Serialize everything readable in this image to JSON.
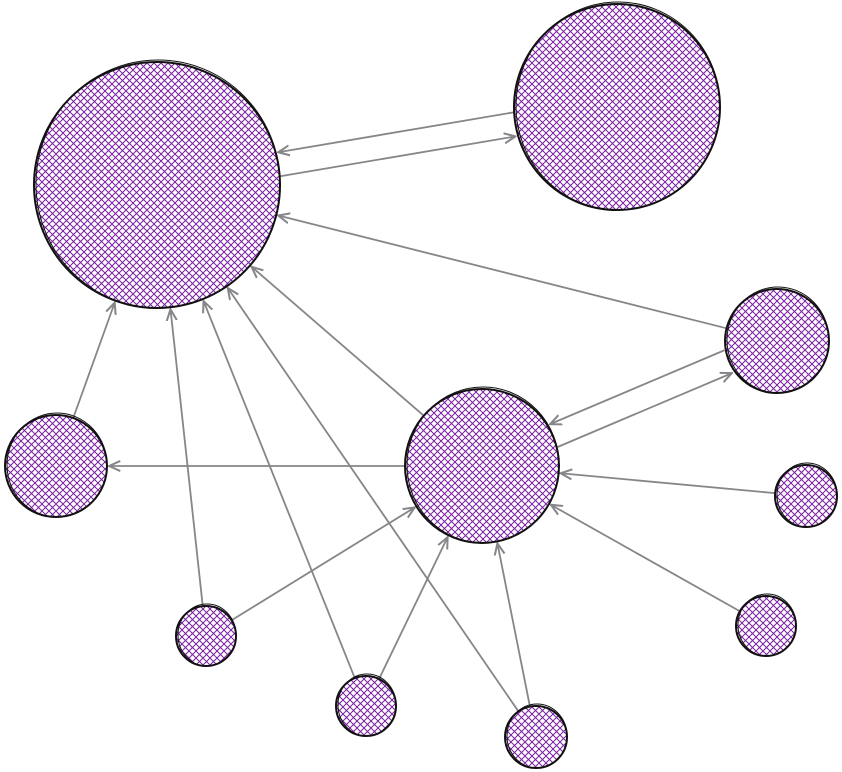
{
  "diagram": {
    "type": "network-graph",
    "style": "hand-drawn cross-hatched nodes",
    "colors": {
      "node_fill": "#7a1fa2",
      "node_stroke": "#111111",
      "edge": "#86868a",
      "background": "#ffffff"
    },
    "nodes": [
      {
        "id": "n1",
        "size": "large"
      },
      {
        "id": "n2",
        "size": "large"
      },
      {
        "id": "n3",
        "size": "medium"
      },
      {
        "id": "n4",
        "size": "large-medium"
      },
      {
        "id": "n5",
        "size": "medium"
      },
      {
        "id": "n6",
        "size": "small"
      },
      {
        "id": "n7",
        "size": "small"
      },
      {
        "id": "n8",
        "size": "small"
      },
      {
        "id": "n9",
        "size": "small"
      },
      {
        "id": "n10",
        "size": "small"
      }
    ],
    "edges": [
      {
        "from": "n2",
        "to": "n1"
      },
      {
        "from": "n1",
        "to": "n2"
      },
      {
        "from": "n3",
        "to": "n1"
      },
      {
        "from": "n3",
        "to": "n4"
      },
      {
        "from": "n4",
        "to": "n3"
      },
      {
        "from": "n4",
        "to": "n1"
      },
      {
        "from": "n4",
        "to": "n5"
      },
      {
        "from": "n6",
        "to": "n4"
      },
      {
        "from": "n7",
        "to": "n4"
      },
      {
        "from": "n5",
        "to": "n1"
      },
      {
        "from": "n8",
        "to": "n1"
      },
      {
        "from": "n8",
        "to": "n4"
      },
      {
        "from": "n9",
        "to": "n1"
      },
      {
        "from": "n9",
        "to": "n4"
      },
      {
        "from": "n10",
        "to": "n1"
      },
      {
        "from": "n10",
        "to": "n4"
      }
    ]
  }
}
